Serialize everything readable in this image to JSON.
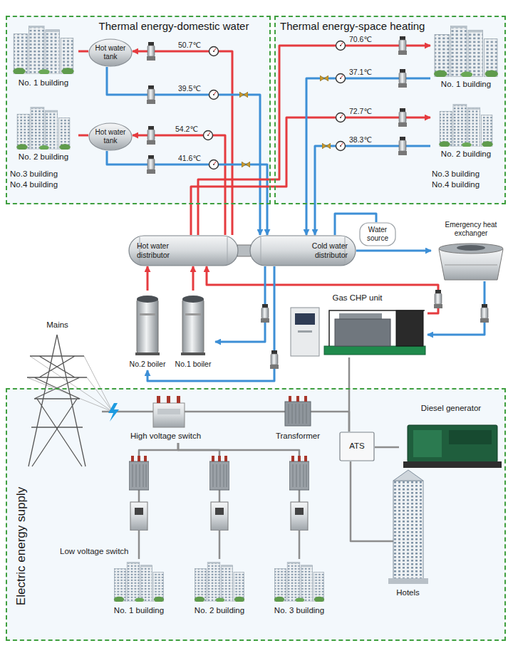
{
  "diagram": {
    "nodes": [
      {
        "text": [
          "Thermal energy-domestic water"
        ]
      },
      {
        "text": [
          "No. 1 building"
        ],
        "in": 0
      },
      {
        "text": [
          "Hot water tank"
        ],
        "in": 0
      },
      {
        "text": [
          "No. 2 building"
        ],
        "in": 0
      },
      {
        "text": [
          "Hot water tank"
        ],
        "in": 0
      },
      {
        "text": [
          "Thermal energy-space heating"
        ]
      },
      {
        "text": [
          "No. 1 building"
        ],
        "in": 5
      },
      {
        "text": [
          "No. 2 building"
        ],
        "in": 5
      },
      {
        "text": [
          "Hot water distributor"
        ]
      },
      {
        "text": [
          "Cold water distributor"
        ]
      },
      {
        "text": [
          "Water source"
        ]
      },
      {
        "text": [
          "Emergency heat exchanger"
        ]
      },
      {
        "text": [
          "Gas CHP unit"
        ]
      },
      {
        "text": [
          "No.2 boiler"
        ]
      },
      {
        "text": [
          "No.1 boiler"
        ]
      },
      {
        "text": [
          "Mains"
        ]
      },
      {
        "text": [
          "Electric energy supply"
        ]
      },
      {
        "text": [
          "High voltage switch"
        ],
        "in": 16
      },
      {
        "text": [
          "Transformer"
        ],
        "in": 16
      },
      {
        "text": [
          "Diesel generator"
        ],
        "in": 16
      },
      {
        "text": [
          "ATS"
        ],
        "in": 16
      },
      {
        "text": [
          "Hotels"
        ],
        "in": 16
      },
      {
        "text": [
          "No. 1 building"
        ],
        "in": 16
      },
      {
        "text": [
          "No. 2 building"
        ],
        "in": 16
      },
      {
        "text": [
          "No. 3 building"
        ],
        "in": 16
      }
    ],
    "edges": [
      {
        "from": 8,
        "to": 2,
        "arrow": "to"
      },
      {
        "from": 2,
        "to": 1,
        "arrow": "none"
      },
      {
        "from": 2,
        "to": 9,
        "arrow": "to"
      },
      {
        "from": 8,
        "to": 4,
        "arrow": "to"
      },
      {
        "from": 4,
        "to": 3,
        "arrow": "none"
      },
      {
        "from": 4,
        "to": 9,
        "arrow": "to"
      },
      {
        "from": 8,
        "to": 6,
        "arrow": "to"
      },
      {
        "from": 8,
        "to": 7,
        "arrow": "to"
      },
      {
        "from": 6,
        "to": 9,
        "arrow": "to"
      },
      {
        "from": 7,
        "to": 9,
        "arrow": "to"
      },
      {
        "from": 10,
        "to": 9,
        "arrow": "none"
      },
      {
        "from": 9,
        "to": 11,
        "arrow": "to"
      },
      {
        "from": 11,
        "to": 12,
        "arrow": "to"
      },
      {
        "from": 12,
        "to": 8,
        "arrow": "to"
      },
      {
        "from": 13,
        "to": 8,
        "arrow": "to"
      },
      {
        "from": 14,
        "to": 8,
        "arrow": "to"
      },
      {
        "from": 9,
        "to": 14,
        "arrow": "to"
      },
      {
        "from": 9,
        "to": 13,
        "arrow": "to"
      },
      {
        "from": 15,
        "to": 17,
        "arrow": "none"
      },
      {
        "from": 17,
        "to": 18,
        "arrow": "none"
      },
      {
        "from": 18,
        "to": 20,
        "arrow": "none"
      },
      {
        "from": 12,
        "to": 20,
        "arrow": "none"
      },
      {
        "from": 19,
        "to": 20,
        "arrow": "none"
      },
      {
        "from": 20,
        "to": 21,
        "arrow": "none"
      },
      {
        "from": 17,
        "to": 22,
        "arrow": "none"
      },
      {
        "from": 17,
        "to": 23,
        "arrow": "none"
      },
      {
        "from": 17,
        "to": 24,
        "arrow": "none"
      }
    ],
    "labels": [
      "50.7℃",
      "39.5℃",
      "54.2℃",
      "41.6℃",
      "No.3 building",
      "No.4 building",
      "70.6℃",
      "37.1℃",
      "72.7℃",
      "38.3℃",
      "No.3 building",
      "No.4 building",
      "Low voltage switch"
    ]
  }
}
